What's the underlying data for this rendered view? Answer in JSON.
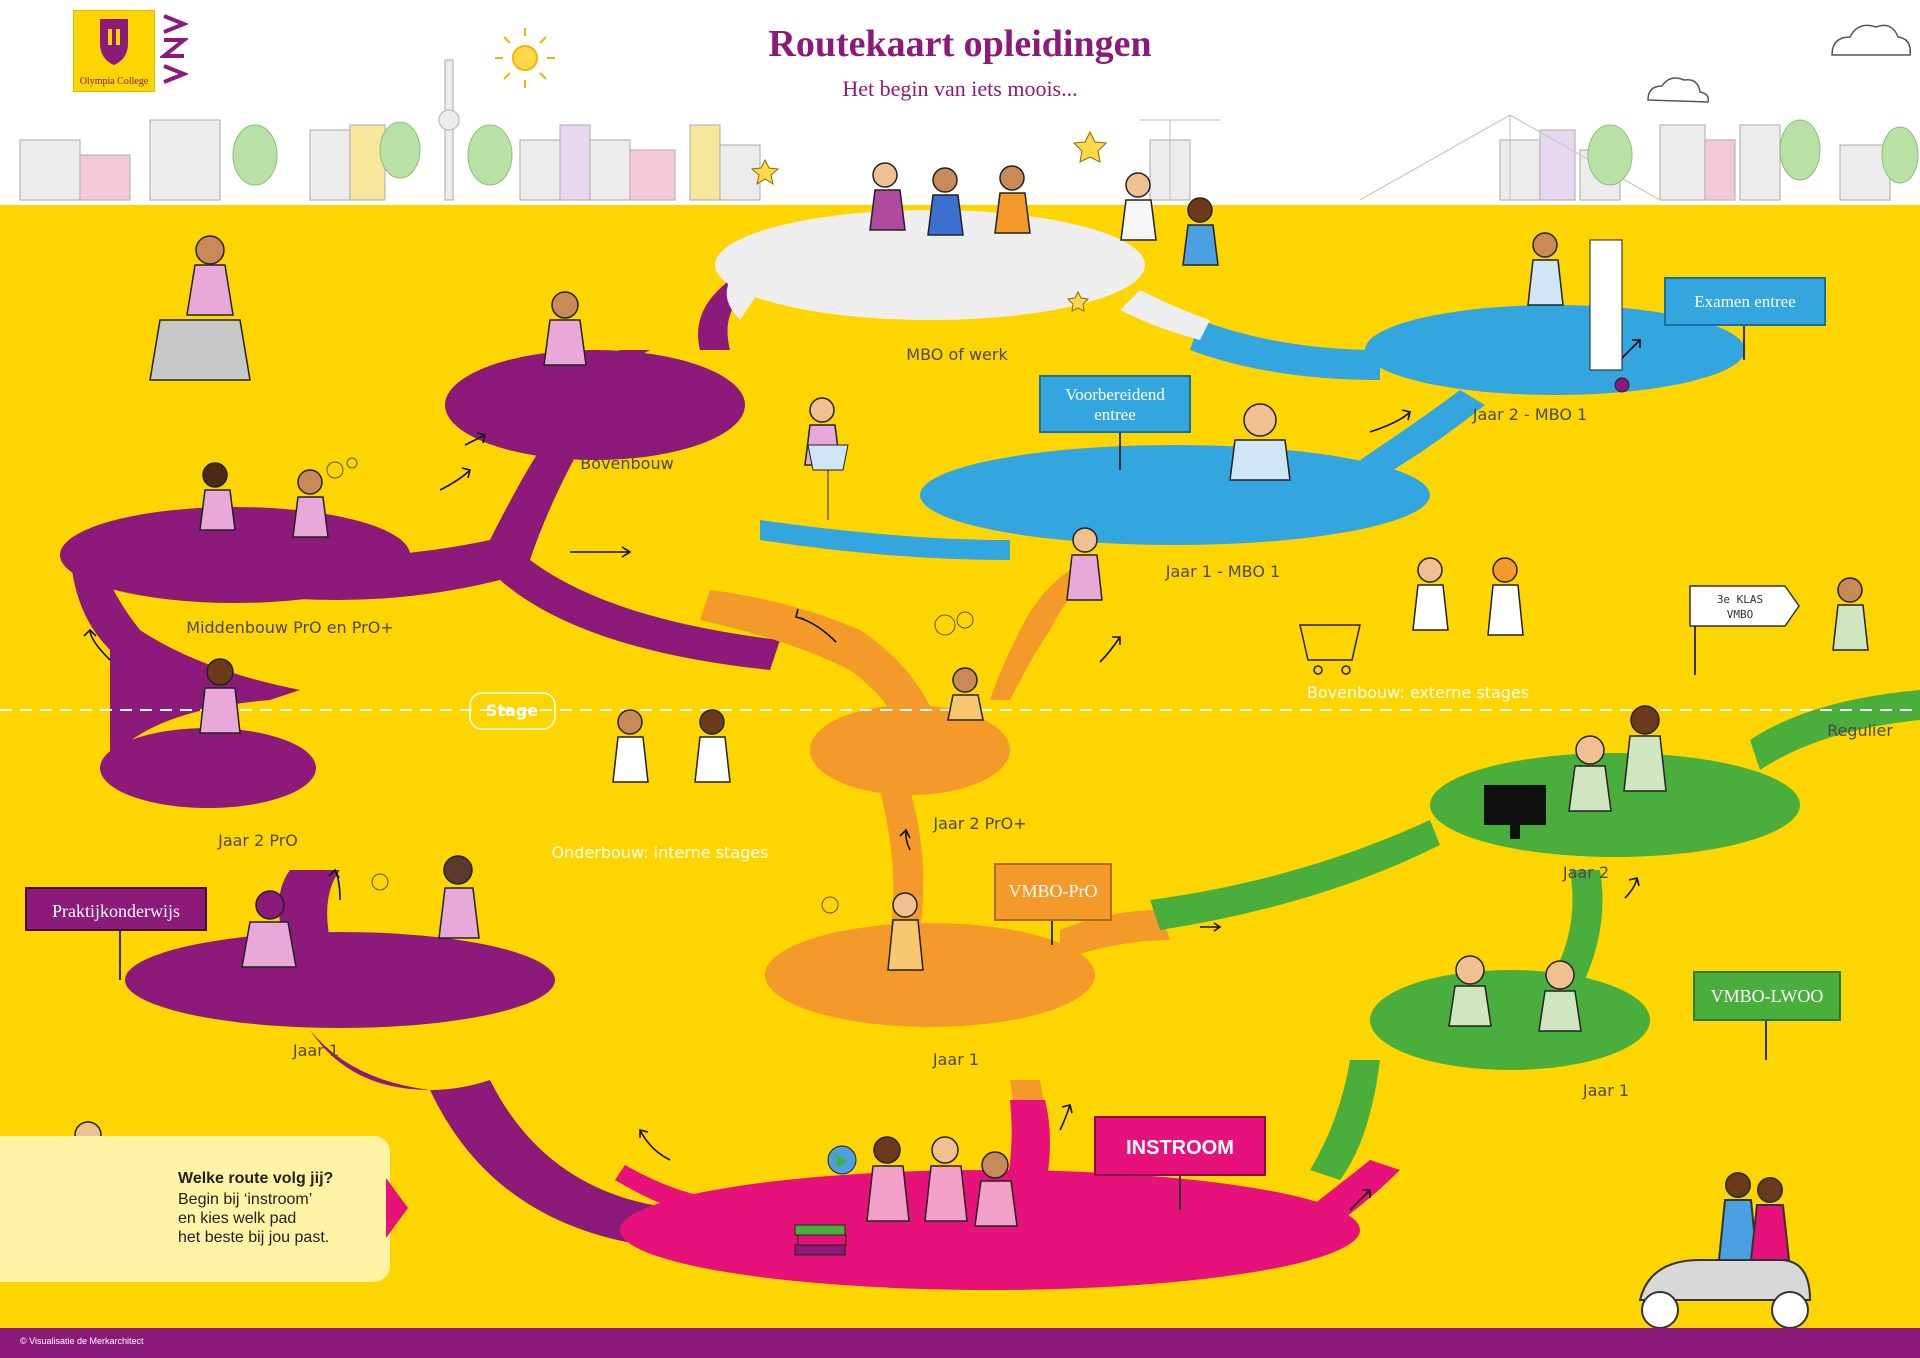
{
  "header": {
    "title": "Routekaart opleidingen",
    "subtitle": "Het begin van iets moois...",
    "logo_text": "Olympia College",
    "logo_mark": "SVN"
  },
  "colors": {
    "background": "#ffd500",
    "praktijk": "#8b1a7a",
    "vmbo_pro": "#f39a2b",
    "vmbo_lwoo": "#4aae3c",
    "entree": "#33a6e0",
    "instroom": "#e6117a",
    "mbo_werk": "#eeeeee"
  },
  "signs": {
    "praktijkonderwijs": "Praktijkonderwijs",
    "vmbo_pro": "VMBO-PrO",
    "vmbo_lwoo": "VMBO-LWOO",
    "instroom": "INSTROOM",
    "voorbereidend_entree_1": "Voorbereidend",
    "voorbereidend_entree_2": "entree",
    "examen_entree": "Examen entree",
    "klas_vmbo_1": "3e KLAS",
    "klas_vmbo_2": "VMBO"
  },
  "labels": {
    "mbo_of_werk": "MBO of werk",
    "bovenbouw": "Bovenbouw",
    "middenbouw": "Middenbouw PrO en PrO+",
    "jaar2_pro": "Jaar 2 PrO",
    "jaar1_pro": "Jaar 1",
    "jaar2_pro_plus": "Jaar 2 PrO+",
    "jaar1_vmbo_pro": "Jaar 1",
    "jaar1_mbo1": "Jaar 1 - MBO 1",
    "jaar2_mbo1": "Jaar 2 - MBO 1",
    "jaar2_lwoo": "Jaar 2",
    "jaar1_lwoo": "Jaar 1",
    "regulier": "Regulier",
    "stage": "Stage",
    "onderbouw_stages": "Onderbouw: interne stages",
    "bovenbouw_stages": "Bovenbouw: externe stages"
  },
  "infobox": {
    "title": "Welke route volg jij?",
    "line1": "Begin bij ‘instroom’",
    "line2": "en kies welk pad",
    "line3": "het beste bij jou past."
  },
  "footer": {
    "credit": "© Visualisatie de Merkarchitect"
  },
  "icons": [
    "sun-icon",
    "cloud-icon",
    "star-icon",
    "arrow-icon",
    "globe-icon",
    "books-icon",
    "scooter-icon",
    "monitor-icon",
    "shopping-cart-icon",
    "gear-icon",
    "chair-icon",
    "certificate-icon"
  ]
}
